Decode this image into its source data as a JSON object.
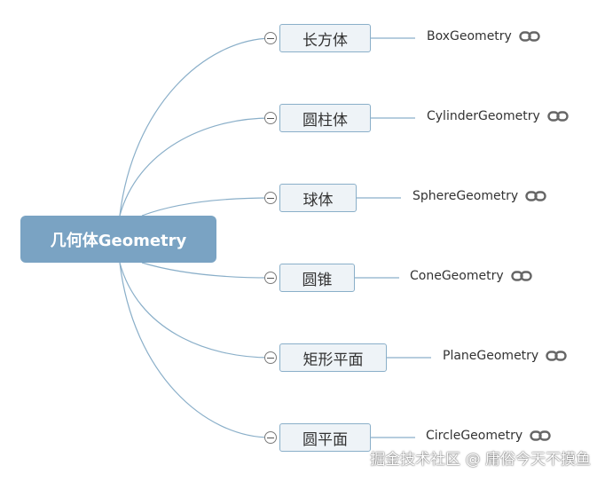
{
  "root": {
    "label": "几何体Geometry"
  },
  "branches": [
    {
      "topic": "长方体",
      "sub": "BoxGeometry"
    },
    {
      "topic": "圆柱体",
      "sub": "CylinderGeometry"
    },
    {
      "topic": "球体",
      "sub": "SphereGeometry"
    },
    {
      "topic": "圆锥",
      "sub": "ConeGeometry"
    },
    {
      "topic": "矩形平面",
      "sub": "PlaneGeometry"
    },
    {
      "topic": "圆平面",
      "sub": "CircleGeometry"
    }
  ],
  "icons": {
    "link": "link-icon",
    "collapse": "collapse-icon"
  },
  "colors": {
    "root_fill": "#7aa3c3",
    "topic_fill": "#eef3f7",
    "topic_border": "#8aafc9",
    "line": "#8aafc9"
  },
  "watermark": "掘金技术社区 @ 庸俗今天不摸鱼"
}
